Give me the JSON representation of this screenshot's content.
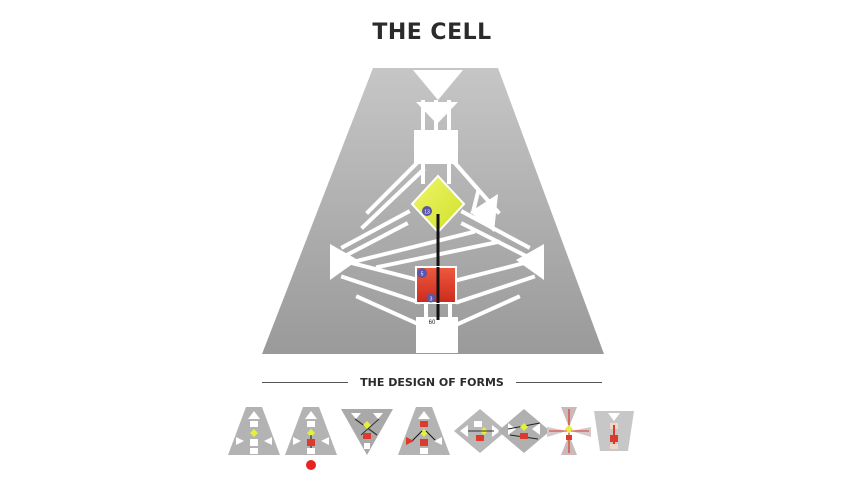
{
  "title": "THE CELL",
  "subtitle": "THE DESIGN OF FORMS",
  "figure": {
    "gate_labels": [
      "13",
      "5",
      "3",
      "60"
    ]
  },
  "thumbnails": [
    {
      "name": "form-1",
      "selected": false
    },
    {
      "name": "form-2",
      "selected": true
    },
    {
      "name": "form-3",
      "selected": false
    },
    {
      "name": "form-4",
      "selected": false
    },
    {
      "name": "form-5",
      "selected": false
    },
    {
      "name": "form-6",
      "selected": false
    },
    {
      "name": "form-7",
      "selected": false
    },
    {
      "name": "form-8",
      "selected": false
    }
  ],
  "colors": {
    "triangle": "#a9a9a9",
    "channels": "#ffffff",
    "g_center": "#dfef3f",
    "sacral": "#dd3a2b",
    "selected_dot": "#e8231f",
    "gate_circle": "#5a56a8"
  }
}
